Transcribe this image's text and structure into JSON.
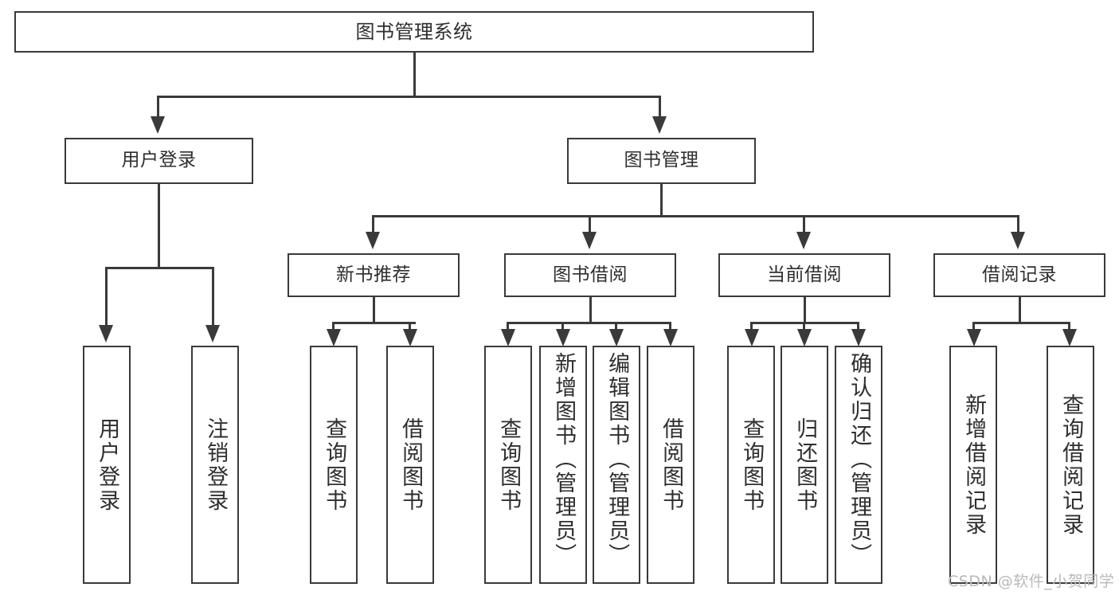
{
  "diagram": {
    "title": "图书管理系统",
    "type": "功能结构图",
    "root": {
      "label": "图书管理系统"
    },
    "level2": [
      {
        "id": "user-login",
        "label": "用户登录"
      },
      {
        "id": "book-manage",
        "label": "图书管理"
      }
    ],
    "level3": [
      {
        "id": "new-book-recommend",
        "label": "新书推荐"
      },
      {
        "id": "book-borrow",
        "label": "图书借阅"
      },
      {
        "id": "current-borrow",
        "label": "当前借阅"
      },
      {
        "id": "borrow-record",
        "label": "借阅记录"
      }
    ],
    "leaves": {
      "user_login": [
        {
          "id": "leaf-user-login",
          "label": "用户登录"
        },
        {
          "id": "leaf-logout",
          "label": "注销登录"
        }
      ],
      "new_book_recommend": [
        {
          "id": "leaf-query-book-1",
          "label": "查询图书"
        },
        {
          "id": "leaf-borrow-book-1",
          "label": "借阅图书"
        }
      ],
      "book_borrow": [
        {
          "id": "leaf-query-book-2",
          "label": "查询图书"
        },
        {
          "id": "leaf-add-book",
          "label": "新增图书（管理员）"
        },
        {
          "id": "leaf-edit-book",
          "label": "编辑图书（管理员）"
        },
        {
          "id": "leaf-borrow-book-2",
          "label": "借阅图书"
        }
      ],
      "current_borrow": [
        {
          "id": "leaf-query-book-3",
          "label": "查询图书"
        },
        {
          "id": "leaf-return-book",
          "label": "归还图书"
        },
        {
          "id": "leaf-confirm-return",
          "label": "确认归还（管理员）"
        }
      ],
      "borrow_record": [
        {
          "id": "leaf-add-record",
          "label": "新增借阅记录"
        },
        {
          "id": "leaf-query-record",
          "label": "查询借阅记录"
        }
      ]
    }
  },
  "watermark": {
    "text": "CSDN @软件_小贺同学"
  },
  "colors": {
    "stroke": "#3a3a3a",
    "text": "#2e2e2e",
    "background": "#ffffff",
    "watermark": "#b9b9b9"
  }
}
